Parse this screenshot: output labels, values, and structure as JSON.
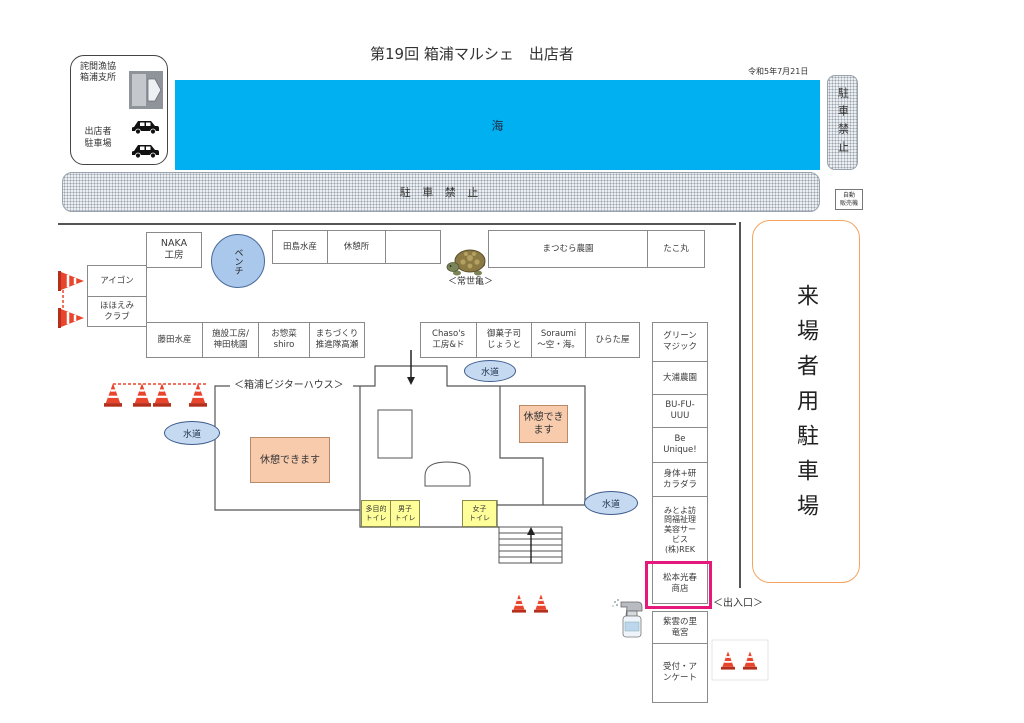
{
  "header": {
    "title": "第19回 箱浦マルシェ　出店者",
    "date": "令和5年7月21日"
  },
  "facilities": {
    "fishery_office": "詫間漁協\n箱浦支所",
    "vendor_parking": "出店者\n駐車場",
    "sea": "海",
    "no_parking_side": "駐車禁止",
    "no_parking_band": "駐 車 禁 止",
    "vending_machine": "自動\n販売機",
    "bench": "ベンチ",
    "rest_booth": "休憩所",
    "turtle_statue": "＜常世亀＞",
    "visitor_house": "＜箱浦ビジターハウス＞",
    "rest_area_left": "休憩できます",
    "rest_area_right": "休憩でき\nます",
    "water_taps": [
      "水道",
      "水道",
      "水道"
    ],
    "toilets": {
      "multipurpose": "多目的\nトイレ",
      "men": "男子\nトイレ",
      "women": "女子\nトイレ"
    },
    "entrance": "＜出入口＞",
    "reception": "受付・ア\nンケート",
    "visitor_parking": "来場者用駐車場"
  },
  "booths": [
    {
      "name": "NAKA\n工房"
    },
    {
      "name": "田島水産"
    },
    {
      "name": "まつむら農園"
    },
    {
      "name": "たこ丸"
    },
    {
      "name": "アイゴン"
    },
    {
      "name": "ほほえみ\nクラブ"
    },
    {
      "name": "藤田水産"
    },
    {
      "name": "施設工房/\n神田桃園"
    },
    {
      "name": "お惣菜\nshiro"
    },
    {
      "name": "まちづくり\n推進隊高瀬"
    },
    {
      "name": "Chaso's\n工房&ド"
    },
    {
      "name": "御菓子司\nじょうと"
    },
    {
      "name": "Soraumi\n～空・海。"
    },
    {
      "name": "ひらた屋"
    },
    {
      "name": "グリーン\nマジック"
    },
    {
      "name": "大浦農園"
    },
    {
      "name": "BU-FU-\nUUU"
    },
    {
      "name": "Be\nUnique!"
    },
    {
      "name": "身体+研\nカラダラ"
    },
    {
      "name": "みとよ訪\n問福祉理\n美容サー\nビス\n(株)REK"
    },
    {
      "name": "松本光春\n商店",
      "highlighted": true
    },
    {
      "name": "紫雲の里\n竜宮"
    }
  ],
  "icons": {
    "fishery_building": "building-icon",
    "vendor_car": "car-icon",
    "turtle": "turtle-icon",
    "cone": "traffic-cone-icon",
    "sanitizer": "spray-bottle-icon",
    "entry_arrow": "arrow-down-icon",
    "stairs": "stairs-icon"
  },
  "colors": {
    "sea": "#00b0f0",
    "highlight": "#e5197c",
    "rest_area": "#f8cbad",
    "toilet": "#ffff99",
    "water": "#c5d9f1",
    "bench": "#a9c8ec",
    "parking_border": "#f4a460",
    "cone": "#e8452c",
    "no_parking_bg": "#eceff2"
  }
}
